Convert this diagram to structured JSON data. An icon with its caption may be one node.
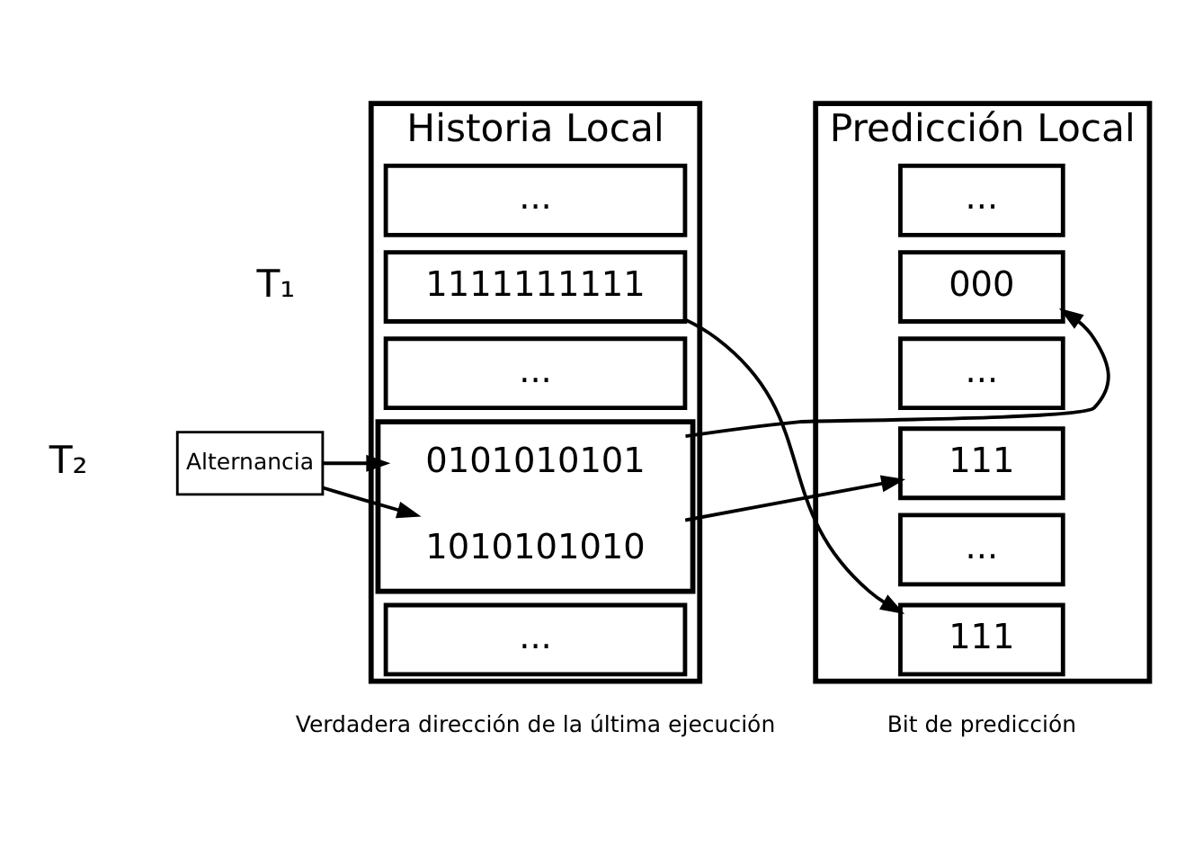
{
  "diagram": {
    "nodes": [
      {
        "text": [
          "Historia Local"
        ]
      },
      {
        "text": [
          "..."
        ],
        "in": 0
      },
      {
        "text": [
          "1111111111"
        ],
        "in": 0
      },
      {
        "text": [
          "..."
        ],
        "in": 0
      },
      {
        "text": [],
        "shape": "box",
        "in": 0
      },
      {
        "text": [
          "0101010101"
        ],
        "in": 4
      },
      {
        "text": [
          "1010101010"
        ],
        "in": 4
      },
      {
        "text": [
          "..."
        ],
        "in": 0
      },
      {
        "text": [
          "Predicción Local"
        ]
      },
      {
        "text": [
          "..."
        ],
        "in": 8
      },
      {
        "text": [
          "000"
        ],
        "in": 8
      },
      {
        "text": [
          "..."
        ],
        "in": 8
      },
      {
        "text": [
          "111"
        ],
        "in": 8
      },
      {
        "text": [
          "..."
        ],
        "in": 8
      },
      {
        "text": [
          "111"
        ],
        "in": 8
      },
      {
        "text": [
          "Alternancia"
        ]
      }
    ],
    "edges": [
      {
        "from": 2,
        "to": 14,
        "arrow": "to"
      },
      {
        "from": 5,
        "to": 10,
        "arrow": "to"
      },
      {
        "from": 6,
        "to": 12,
        "arrow": "to"
      },
      {
        "from": 15,
        "to": 5,
        "arrow": "to"
      },
      {
        "from": 15,
        "to": 6,
        "arrow": "to"
      }
    ],
    "labels": [
      "T₁",
      "T₂",
      "Verdadera dirección de la última ejecución",
      "Bit de predicción"
    ]
  }
}
